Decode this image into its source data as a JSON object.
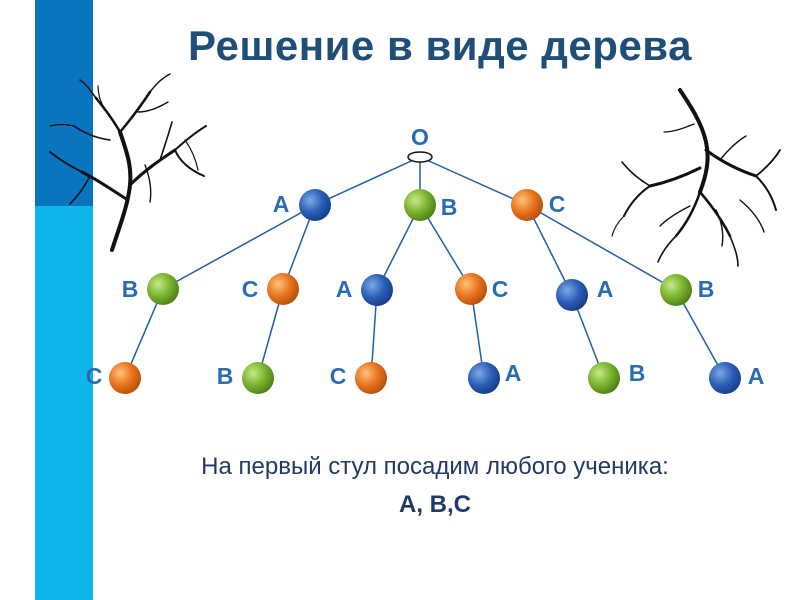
{
  "title": "Решение в виде дерева",
  "caption": {
    "line1": "На первый стул посадим любого ученика:",
    "answer": "А, В,С"
  },
  "colors": {
    "title": "#1f4e79",
    "edge": "#1f5fa8",
    "letter": "#2b6cb0",
    "A": "#2b5fb8",
    "B": "#7ab32e",
    "C": "#e8731e"
  },
  "tree": {
    "root": {
      "label": "О"
    },
    "level1": [
      {
        "letter": "A",
        "label": "А"
      },
      {
        "letter": "B",
        "label": "В"
      },
      {
        "letter": "C",
        "label": "С"
      }
    ],
    "level2": [
      {
        "letter": "B",
        "label": "В",
        "parent": 0
      },
      {
        "letter": "C",
        "label": "С",
        "parent": 0
      },
      {
        "letter": "A",
        "label": "А",
        "parent": 1
      },
      {
        "letter": "C",
        "label": "С",
        "parent": 1
      },
      {
        "letter": "A",
        "label": "А",
        "parent": 2
      },
      {
        "letter": "B",
        "label": "В",
        "parent": 2
      }
    ],
    "level3": [
      {
        "letter": "C",
        "label": "С",
        "parent": 0
      },
      {
        "letter": "B",
        "label": "В",
        "parent": 1
      },
      {
        "letter": "C",
        "label": "С",
        "parent": 2
      },
      {
        "letter": "A",
        "label": "А",
        "parent": 3
      },
      {
        "letter": "B",
        "label": "В",
        "parent": 4
      },
      {
        "letter": "A",
        "label": "А",
        "parent": 5
      }
    ]
  }
}
